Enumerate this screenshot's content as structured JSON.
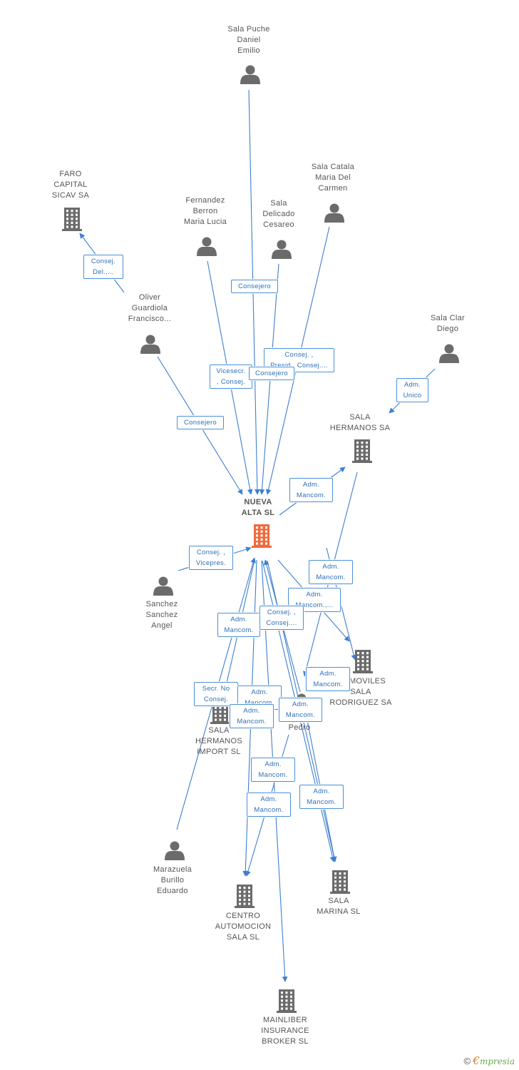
{
  "colors": {
    "edge": "#3d7fd1",
    "person": "#6b6b6b",
    "company": "#6b6b6b",
    "focus": "#f06a3c"
  },
  "nodes": [
    {
      "id": "nueva",
      "type": "focus",
      "lines": [
        "NUEVA",
        "ALTA SL"
      ]
    },
    {
      "id": "puche",
      "type": "person",
      "lines": [
        "Sala Puche",
        "Daniel",
        "Emilio"
      ]
    },
    {
      "id": "faro",
      "type": "company",
      "lines": [
        "FARO",
        "CAPITAL",
        "SICAV SA"
      ]
    },
    {
      "id": "fernandez",
      "type": "person",
      "lines": [
        "Fernandez",
        "Berron",
        "Maria Lucia"
      ]
    },
    {
      "id": "delicado",
      "type": "person",
      "lines": [
        "Sala",
        "Delicado",
        "Cesareo"
      ]
    },
    {
      "id": "catala",
      "type": "person",
      "lines": [
        "Sala Catala",
        "Maria Del",
        "Carmen"
      ]
    },
    {
      "id": "oliver",
      "type": "person",
      "lines": [
        "Oliver",
        "Guardiola",
        "Francisco..."
      ]
    },
    {
      "id": "clar",
      "type": "person",
      "lines": [
        "Sala Clar",
        "Diego"
      ]
    },
    {
      "id": "hermanos",
      "type": "company",
      "lines": [
        "SALA",
        "HERMANOS SA"
      ]
    },
    {
      "id": "sanchez",
      "type": "person",
      "lines": [
        "Sanchez",
        "Sanchez",
        "Angel"
      ]
    },
    {
      "id": "automoviles",
      "type": "company",
      "lines": [
        "...OMOVILES",
        "SALA",
        "RODRIGUEZ SA"
      ]
    },
    {
      "id": "pedro",
      "type": "person",
      "lines": [
        "Pedro"
      ]
    },
    {
      "id": "import",
      "type": "company",
      "lines": [
        "SALA",
        "HERMANOS",
        "IMPORT SL"
      ]
    },
    {
      "id": "marazuela",
      "type": "person",
      "lines": [
        "Marazuela",
        "Burillo",
        "Eduardo"
      ]
    },
    {
      "id": "centro",
      "type": "company",
      "lines": [
        "CENTRO",
        "AUTOMOCION",
        "SALA SL"
      ]
    },
    {
      "id": "marina",
      "type": "company",
      "lines": [
        "SALA",
        "MARINA SL"
      ]
    },
    {
      "id": "mainliber",
      "type": "company",
      "lines": [
        "MAINLIBER",
        "INSURANCE",
        "BROKER  SL"
      ]
    }
  ],
  "edge_labels": [
    {
      "lines": [
        "Consej.",
        "Del.,..."
      ]
    },
    {
      "lines": [
        "Consejero"
      ]
    },
    {
      "lines": [
        "Consej. ,",
        "Presid., Consej...."
      ]
    },
    {
      "lines": [
        "Vicesecr.",
        ", Consej."
      ]
    },
    {
      "lines": [
        "Consejero"
      ]
    },
    {
      "lines": [
        "Consejero"
      ]
    },
    {
      "lines": [
        "Adm.",
        "Unico"
      ]
    },
    {
      "lines": [
        "Adm.",
        "Mancom."
      ]
    },
    {
      "lines": [
        "Consej. ,",
        "Vicepres."
      ]
    },
    {
      "lines": [
        "Adm.",
        "Mancom."
      ]
    },
    {
      "lines": [
        "Adm.",
        "Mancom.,..."
      ]
    },
    {
      "lines": [
        "Adm.",
        "Mancom."
      ]
    },
    {
      "lines": [
        "Consej. ,",
        "Consej...."
      ]
    },
    {
      "lines": [
        "Adm.",
        "Mancom."
      ]
    },
    {
      "lines": [
        "Secr.  No",
        "Consej."
      ]
    },
    {
      "lines": [
        "Adm.",
        "Mancom."
      ]
    },
    {
      "lines": [
        "Adm.",
        "Mancom."
      ]
    },
    {
      "lines": [
        "Adm.",
        "Mancom."
      ]
    },
    {
      "lines": [
        "Adm.",
        "Mancom."
      ]
    },
    {
      "lines": [
        "Adm.",
        "Mancom."
      ]
    },
    {
      "lines": [
        "Adm.",
        "Mancom."
      ]
    }
  ],
  "footer": {
    "copyright": "©",
    "brand_initial": "€",
    "brand_rest": "mpresia"
  }
}
